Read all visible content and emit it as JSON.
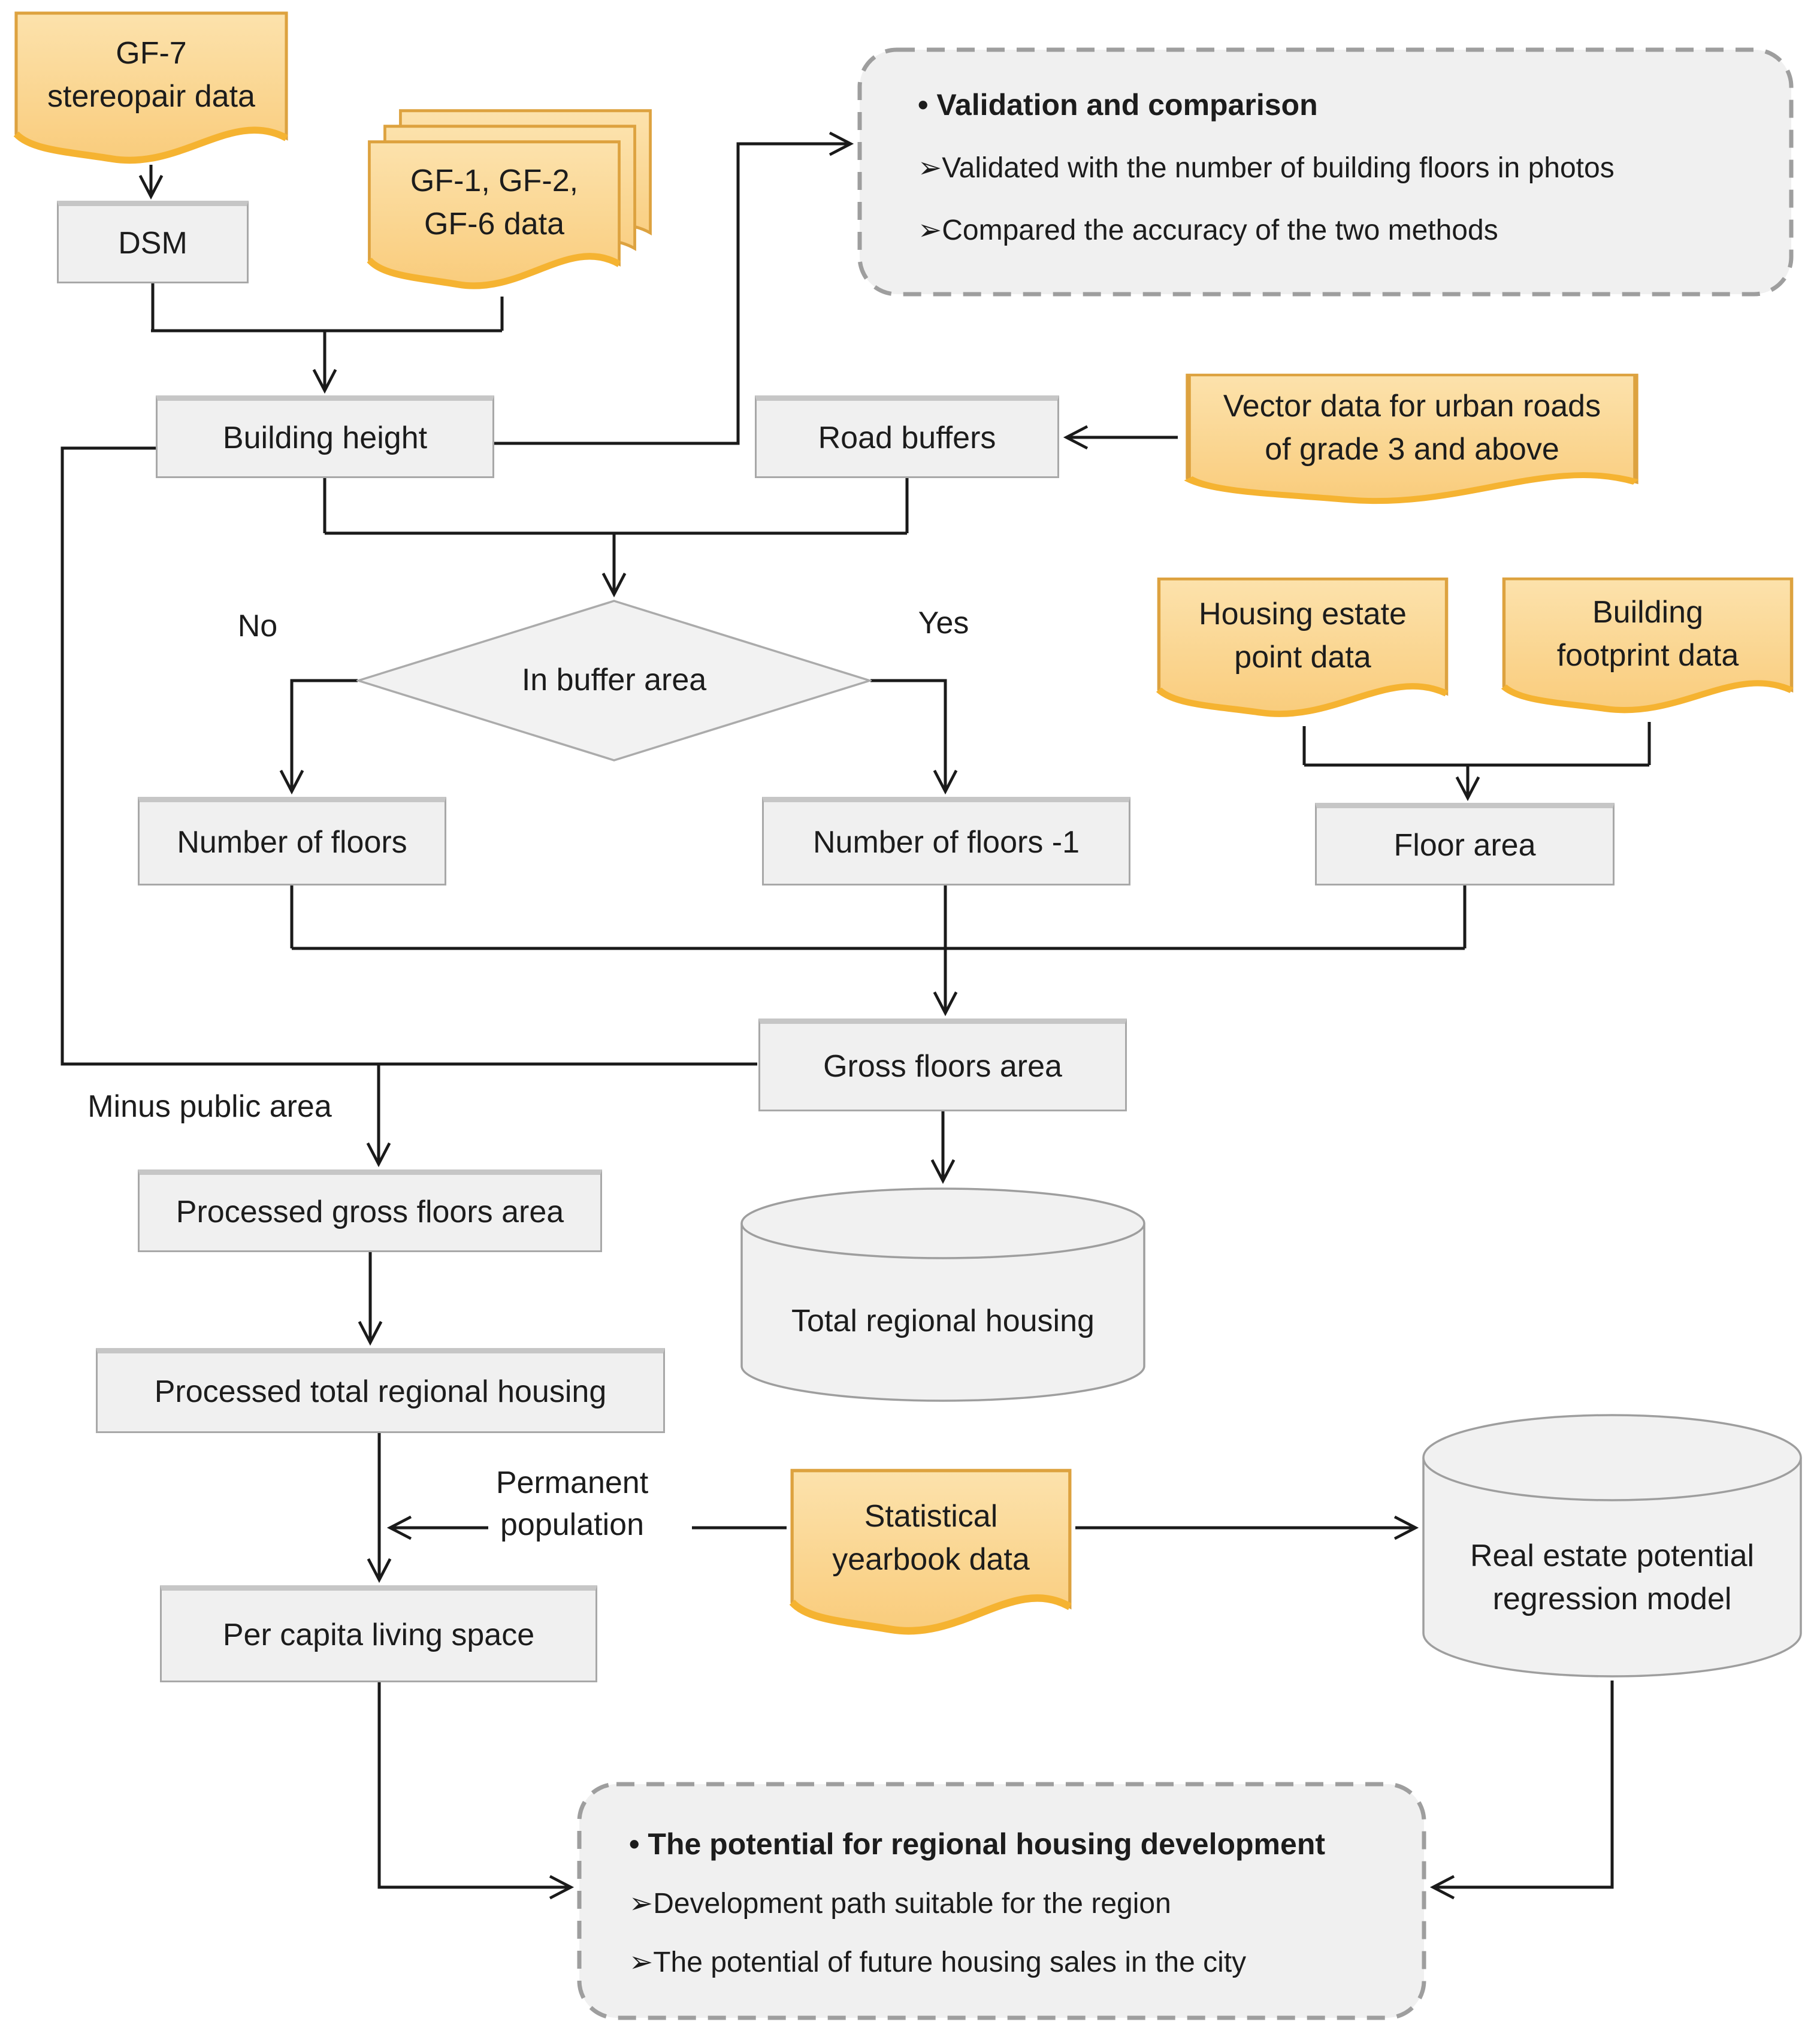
{
  "nodes": {
    "gf7_doc": "GF-7\nstereopair data",
    "dsm": "DSM",
    "gf_stack": "GF-1, GF-2,\nGF-6 data",
    "building_height": "Building height",
    "road_buffers": "Road buffers",
    "vector_roads_doc": "Vector data for urban roads\nof grade 3 and above",
    "decision_in_buffer": "In buffer area",
    "label_no": "No",
    "label_yes": "Yes",
    "number_of_floors": "Number of floors",
    "number_of_floors_minus1": "Number of floors -1",
    "housing_estate_doc": "Housing estate\npoint data",
    "building_footprint_doc": "Building\nfootprint data",
    "floor_area": "Floor area",
    "gross_floors_area": "Gross floors area",
    "minus_public_area": "Minus public area",
    "processed_gross_floors_area": "Processed gross floors area",
    "total_regional_housing": "Total regional housing",
    "processed_total_regional_housing": "Processed total regional housing",
    "permanent_population": "Permanent\npopulation",
    "statistical_yearbook_doc": "Statistical\nyearbook data",
    "real_estate_model": "Real estate potential\nregression model",
    "per_capita_living_space": "Per capita living space"
  },
  "panels": {
    "validation": {
      "title": "• Validation and comparison",
      "items": [
        "➢Validated with the number of building floors in photos",
        "➢Compared the accuracy of the two methods"
      ]
    },
    "potential": {
      "title": "• The potential for regional housing development",
      "items": [
        "➢Development path suitable for the region",
        "➢The potential of future housing sales in the city"
      ]
    }
  },
  "colors": {
    "doc_fill_top": "#FCE2AC",
    "doc_fill_bottom": "#F9CC7C",
    "doc_border": "#DDA23F",
    "doc_wave_accent": "#F5B331",
    "process_fill": "#F0F0F0",
    "process_border": "#A8A8A8",
    "process_bevel": "#C6C6C6",
    "shape_outline": "#9E9E9E",
    "panel_fill": "#F0F0F0",
    "panel_dash": "#9E9E9E",
    "line": "#1A1A1A",
    "text": "#1C1C1C"
  }
}
